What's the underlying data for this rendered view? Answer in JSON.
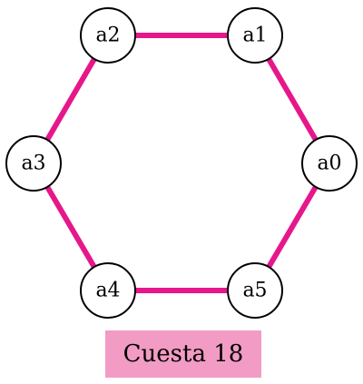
{
  "graph": {
    "nodes": [
      {
        "id": "a0",
        "label": "a0"
      },
      {
        "id": "a1",
        "label": "a1"
      },
      {
        "id": "a2",
        "label": "a2"
      },
      {
        "id": "a3",
        "label": "a3"
      },
      {
        "id": "a4",
        "label": "a4"
      },
      {
        "id": "a5",
        "label": "a5"
      }
    ],
    "edges": [
      [
        "a0",
        "a1"
      ],
      [
        "a1",
        "a2"
      ],
      [
        "a2",
        "a3"
      ],
      [
        "a3",
        "a4"
      ],
      [
        "a4",
        "a5"
      ],
      [
        "a5",
        "a0"
      ]
    ],
    "edge_color": "#e6178b",
    "node_fill": "#ffffff",
    "node_stroke": "#000000"
  },
  "caption": {
    "text": "Cuesta 18",
    "background": "#f29bc4"
  }
}
